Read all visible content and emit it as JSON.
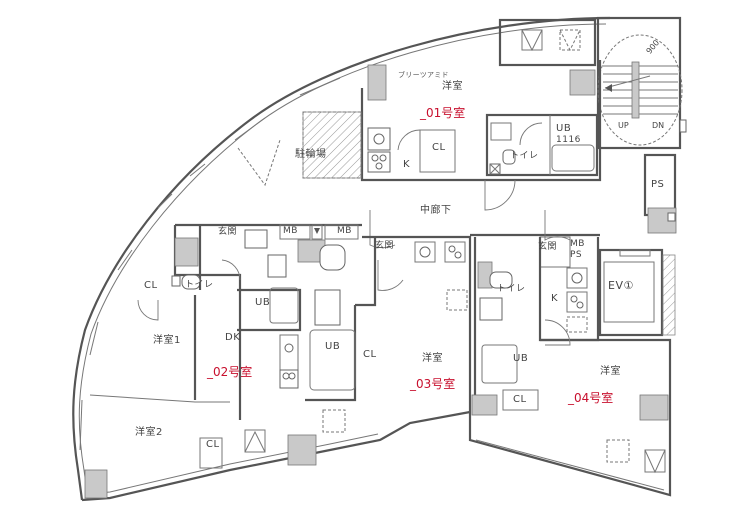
{
  "plan": {
    "type": "floor-plan",
    "corridor_label": "中廊下",
    "bicycle_parking_label": "駐輪場",
    "stairs": {
      "up_label": "UP",
      "down_label": "DN",
      "dimension": "900"
    },
    "ps_label": "PS",
    "elevator_label": "EV①",
    "units": [
      {
        "id": "01",
        "label": "_01号室",
        "rooms": {
          "western_room": "洋室",
          "note": "ブリーツアミド",
          "kitchen": "K",
          "closet": "CL",
          "toilet": "トイレ",
          "bath": "UB",
          "bath_size": "1116"
        }
      },
      {
        "id": "02",
        "label": "_02号室",
        "rooms": {
          "entrance": "玄関",
          "mb": "MB",
          "closet": "CL",
          "toilet": "トイレ",
          "bath": "UB",
          "room1": "洋室1",
          "dining_kitchen": "DK",
          "room2": "洋室2",
          "closet2": "CL"
        }
      },
      {
        "id": "03",
        "label": "_03号室",
        "rooms": {
          "entrance": "玄関",
          "mb": "MB",
          "bath": "UB",
          "closet": "CL",
          "western_room": "洋室"
        }
      },
      {
        "id": "04",
        "label": "_04号室",
        "rooms": {
          "entrance": "玄関",
          "mbps_top": "MB",
          "mbps_bottom": "PS",
          "toilet": "トイレ",
          "kitchen": "K",
          "bath": "UB",
          "closet": "CL",
          "western_room": "洋室"
        }
      }
    ],
    "colors": {
      "unit_label": "#c8102e",
      "wall": "#555555",
      "shade": "#c9c9c9",
      "background": "#ffffff"
    }
  }
}
